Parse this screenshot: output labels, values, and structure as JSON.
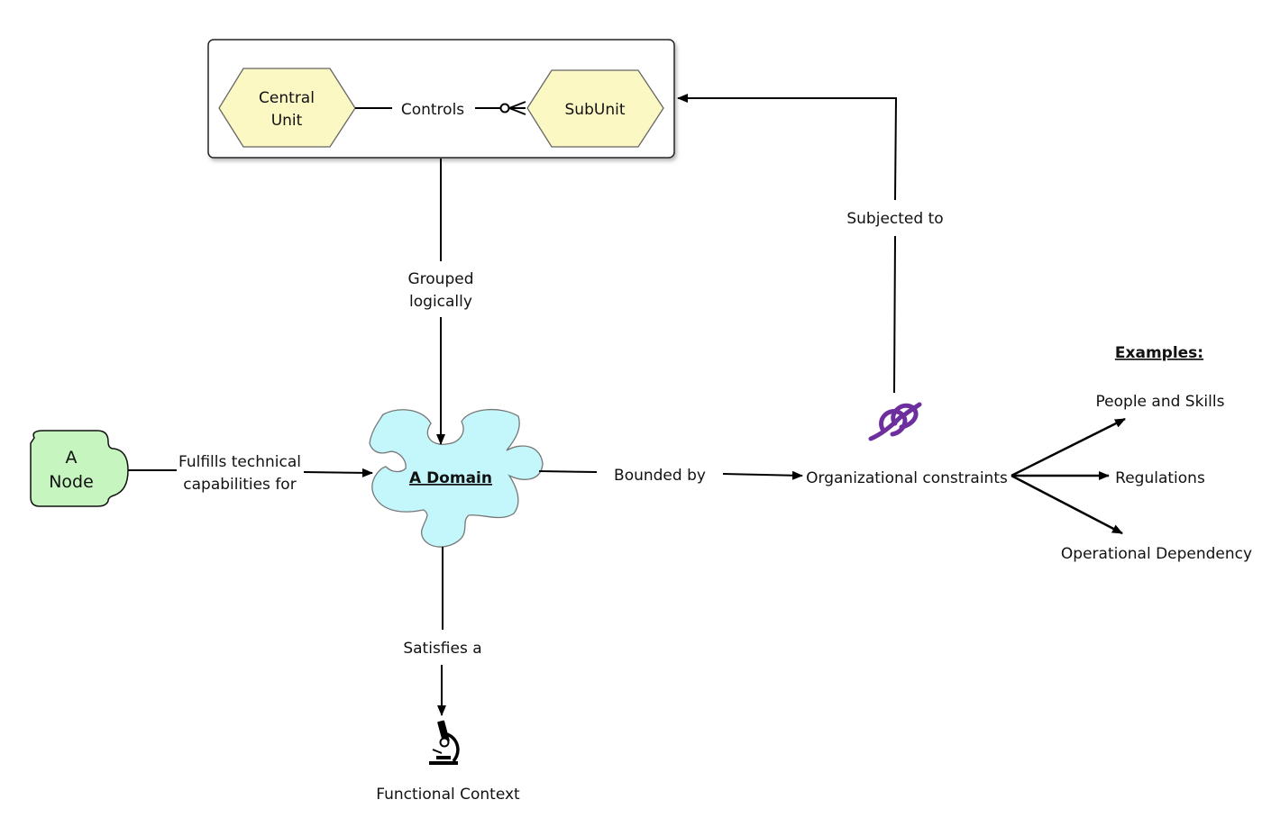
{
  "container": {
    "central_unit": [
      "Central",
      "Unit"
    ],
    "controls": "Controls",
    "subunit": "SubUnit"
  },
  "labels": {
    "grouped": [
      "Grouped",
      "logically"
    ],
    "subjected_to": "Subjected to",
    "fulfills": [
      "Fulfills technical",
      "capabilities for"
    ],
    "bounded_by": "Bounded by",
    "satisfies": "Satisfies a"
  },
  "nodes": {
    "node": [
      "A",
      "Node"
    ],
    "domain": "A Domain",
    "org_constraints": "Organizational constraints",
    "functional_context": "Functional Context"
  },
  "examples": {
    "title": "Examples:",
    "items": [
      "People and Skills",
      "Regulations",
      "Operational Dependency"
    ]
  },
  "colors": {
    "hexagon_fill": "#fbf8c4",
    "node_fill": "#c7f5c0",
    "domain_fill": "#c4f7fb",
    "knot": "#6e2f9e",
    "line": "#000000"
  },
  "icons": {
    "knot": "knot-icon",
    "microscope": "microscope-icon"
  }
}
